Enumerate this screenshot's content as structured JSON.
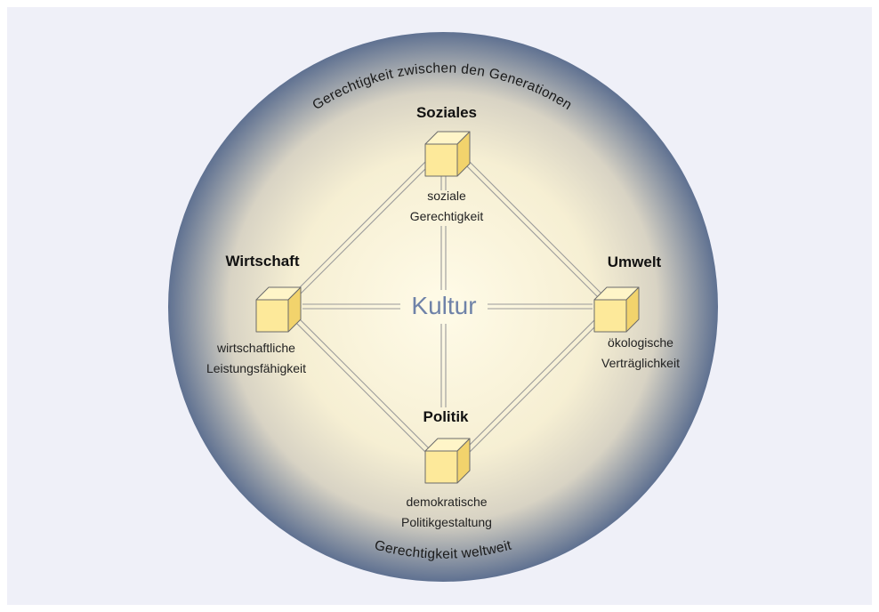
{
  "colors": {
    "frame_background": "#eff0f8",
    "circle_center": "#fffbe8",
    "circle_mid": "#f6efd3",
    "circle_edge": "#5f7191",
    "cube_front": "#fde99a",
    "cube_top": "#fff5c8",
    "cube_side": "#f2d36c",
    "center_text": "#6f82a8",
    "connector": "#9a9a9a"
  },
  "outer_ring": {
    "top_text": "Gerechtigkeit zwischen den Generationen",
    "bottom_text": "Gerechtigkeit weltweit"
  },
  "center": {
    "label": "Kultur"
  },
  "nodes": {
    "top": {
      "title": "Soziales",
      "line1": "soziale",
      "line2": "Gerechtigkeit",
      "icon": "cube-icon"
    },
    "left": {
      "title": "Wirtschaft",
      "line1": "wirtschaftliche",
      "line2": "Leistungsfähigkeit",
      "icon": "cube-icon"
    },
    "right": {
      "title": "Umwelt",
      "line1": "ökologische",
      "line2": "Verträglichkeit",
      "icon": "cube-icon"
    },
    "bottom": {
      "title": "Politik",
      "line1": "demokratische",
      "line2": "Politikgestaltung",
      "icon": "cube-icon"
    }
  }
}
